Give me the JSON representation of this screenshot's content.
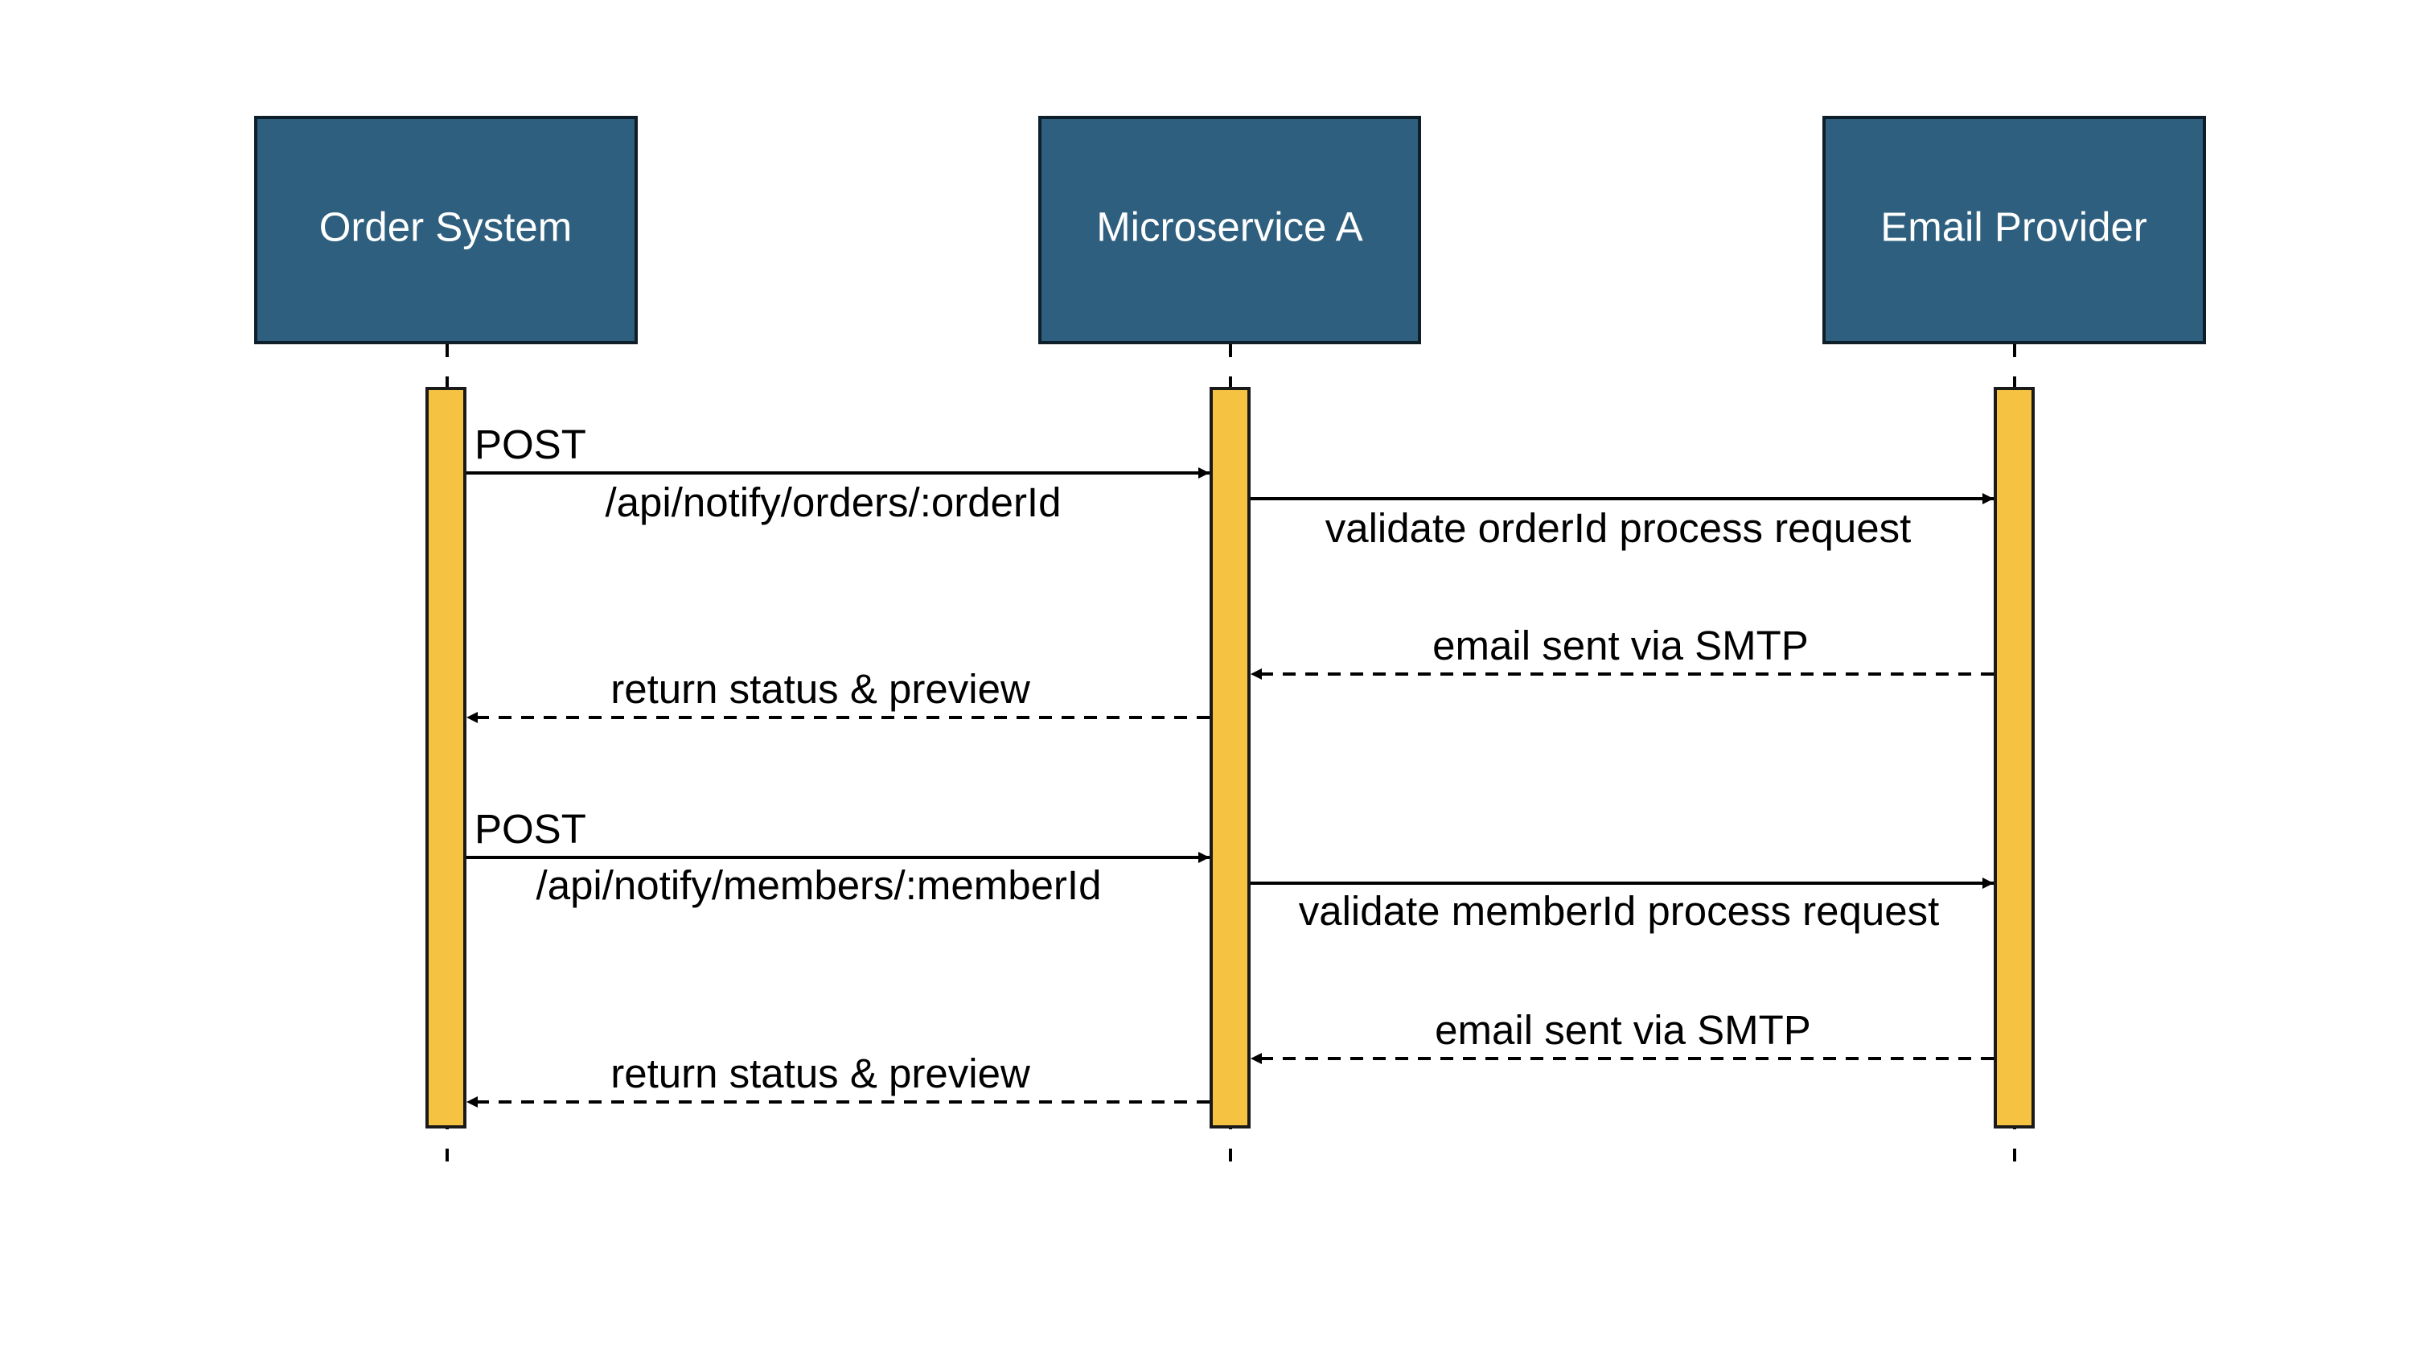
{
  "colors": {
    "participant_fill": "#2e5f7e",
    "participant_border": "#0f1f2a",
    "activation_fill": "#f5c242",
    "activation_border": "#1a1a1a",
    "line": "#000000"
  },
  "participants": [
    {
      "name": "Order System"
    },
    {
      "name": "Microservice A"
    },
    {
      "name": "Email Provider"
    }
  ],
  "messages": [
    {
      "from": "Order System",
      "to": "Microservice A",
      "style": "solid",
      "label_line1": "POST",
      "label_line2": "/api/notify/orders/:orderId"
    },
    {
      "from": "Microservice A",
      "to": "Email Provider",
      "style": "solid",
      "label_line1": "validate orderId process request"
    },
    {
      "from": "Email Provider",
      "to": "Microservice A",
      "style": "dashed",
      "label_line1": "email sent via SMTP"
    },
    {
      "from": "Microservice A",
      "to": "Order System",
      "style": "dashed",
      "label_line1": "return status & preview"
    },
    {
      "from": "Order System",
      "to": "Microservice A",
      "style": "solid",
      "label_line1": "POST",
      "label_line2": "/api/notify/members/:memberId"
    },
    {
      "from": "Microservice A",
      "to": "Email Provider",
      "style": "solid",
      "label_line1": "validate memberId process request"
    },
    {
      "from": "Email Provider",
      "to": "Microservice A",
      "style": "dashed",
      "label_line1": "email sent via SMTP"
    },
    {
      "from": "Microservice A",
      "to": "Order System",
      "style": "dashed",
      "label_line1": "return status & preview"
    }
  ]
}
